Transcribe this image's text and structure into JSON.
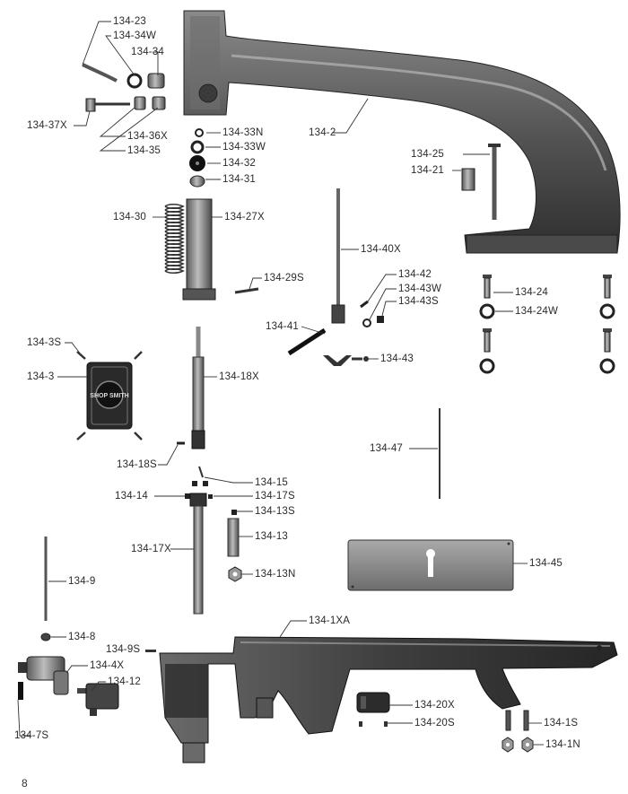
{
  "page_number": "8",
  "logo_text": "SHOP SMITH",
  "labels": [
    {
      "id": "p-134-23",
      "text": "134-23"
    },
    {
      "id": "p-134-34w",
      "text": "134-34W"
    },
    {
      "id": "p-134-34",
      "text": "134-34"
    },
    {
      "id": "p-134-37x",
      "text": "134-37X"
    },
    {
      "id": "p-134-36x",
      "text": "134-36X"
    },
    {
      "id": "p-134-35",
      "text": "134-35"
    },
    {
      "id": "p-134-2",
      "text": "134-2"
    },
    {
      "id": "p-134-33n",
      "text": "134-33N"
    },
    {
      "id": "p-134-33w",
      "text": "134-33W"
    },
    {
      "id": "p-134-32",
      "text": "134-32"
    },
    {
      "id": "p-134-31",
      "text": "134-31"
    },
    {
      "id": "p-134-30",
      "text": "134-30"
    },
    {
      "id": "p-134-27x",
      "text": "134-27X"
    },
    {
      "id": "p-134-25",
      "text": "134-25"
    },
    {
      "id": "p-134-21",
      "text": "134-21"
    },
    {
      "id": "p-134-40x",
      "text": "134-40X"
    },
    {
      "id": "p-134-29s",
      "text": "134-29S"
    },
    {
      "id": "p-134-42",
      "text": "134-42"
    },
    {
      "id": "p-134-43w",
      "text": "134-43W"
    },
    {
      "id": "p-134-43s",
      "text": "134-43S"
    },
    {
      "id": "p-134-41",
      "text": "134-41"
    },
    {
      "id": "p-134-24",
      "text": "134-24"
    },
    {
      "id": "p-134-24w",
      "text": "134-24W"
    },
    {
      "id": "p-134-43",
      "text": "134-43"
    },
    {
      "id": "p-134-3s",
      "text": "134-3S"
    },
    {
      "id": "p-134-3",
      "text": "134-3"
    },
    {
      "id": "p-134-18x",
      "text": "134-18X"
    },
    {
      "id": "p-134-47",
      "text": "134-47"
    },
    {
      "id": "p-134-18s",
      "text": "134-18S"
    },
    {
      "id": "p-134-15",
      "text": "134-15"
    },
    {
      "id": "p-134-14",
      "text": "134-14"
    },
    {
      "id": "p-134-17s",
      "text": "134-17S"
    },
    {
      "id": "p-134-13s",
      "text": "134-13S"
    },
    {
      "id": "p-134-17x",
      "text": "134-17X"
    },
    {
      "id": "p-134-13",
      "text": "134-13"
    },
    {
      "id": "p-134-13n",
      "text": "134-13N"
    },
    {
      "id": "p-134-45",
      "text": "134-45"
    },
    {
      "id": "p-134-9",
      "text": "134-9"
    },
    {
      "id": "p-134-1xa",
      "text": "134-1XA"
    },
    {
      "id": "p-134-8",
      "text": "134-8"
    },
    {
      "id": "p-134-9s",
      "text": "134-9S"
    },
    {
      "id": "p-134-4x",
      "text": "134-4X"
    },
    {
      "id": "p-134-12",
      "text": "134-12"
    },
    {
      "id": "p-134-20x",
      "text": "134-20X"
    },
    {
      "id": "p-134-20s",
      "text": "134-20S"
    },
    {
      "id": "p-134-1s",
      "text": "134-1S"
    },
    {
      "id": "p-134-1n",
      "text": "134-1N"
    },
    {
      "id": "p-134-7s",
      "text": "134-7S"
    }
  ]
}
